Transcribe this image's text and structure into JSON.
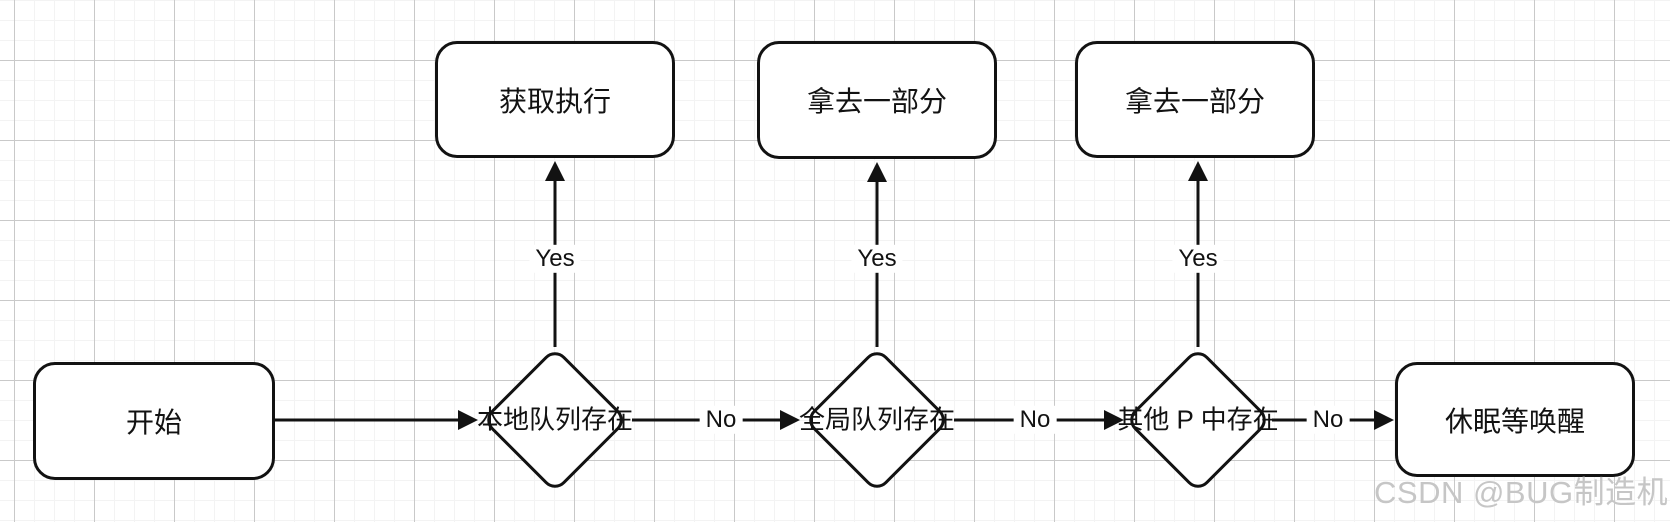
{
  "diagram": {
    "nodes": {
      "start": {
        "label": "开始",
        "shape": "rounded-rect"
      },
      "get_execute": {
        "label": "获取执行",
        "shape": "rounded-rect"
      },
      "take_part_global": {
        "label": "拿去一部分",
        "shape": "rounded-rect"
      },
      "take_part_other": {
        "label": "拿去一部分",
        "shape": "rounded-rect"
      },
      "local_queue_check": {
        "label": "本地队列存在",
        "shape": "diamond"
      },
      "global_queue_check": {
        "label": "全局队列存在",
        "shape": "diamond"
      },
      "other_p_check": {
        "label": "其他 P 中存在",
        "shape": "diamond"
      },
      "sleep": {
        "label": "休眠等唤醒",
        "shape": "rounded-rect"
      }
    },
    "edge_labels": {
      "local_yes": "Yes",
      "global_yes": "Yes",
      "other_yes": "Yes",
      "local_no": "No",
      "global_no": "No",
      "other_no": "No"
    }
  },
  "watermark": {
    "text": "CSDN @BUG制造机."
  },
  "colors": {
    "stroke": "#121212",
    "node_fill": "#ffffff",
    "grid_major": "#c9c9c9",
    "grid_minor": "#f3f3f3",
    "watermark": "#c6c6c6"
  }
}
